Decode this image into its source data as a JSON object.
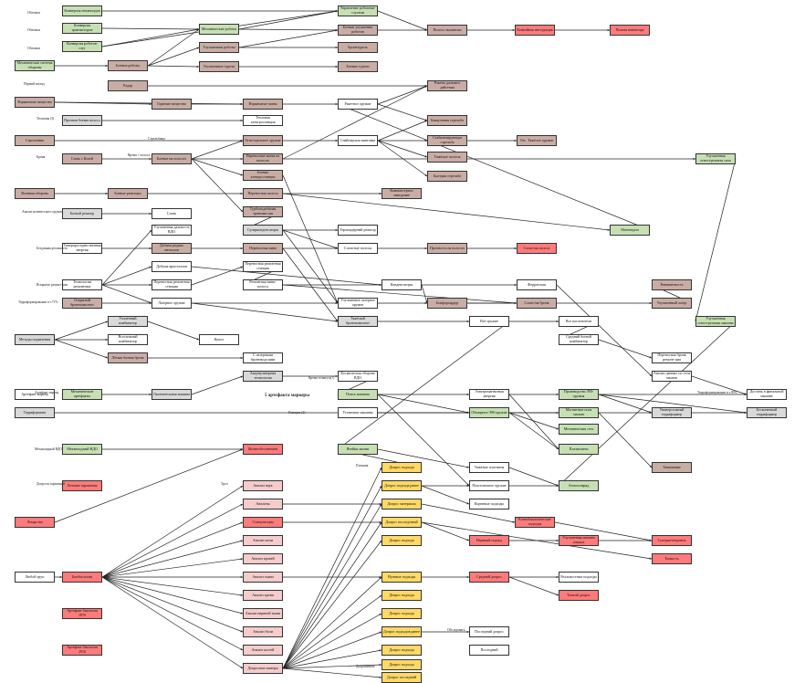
{
  "colors": {
    "green": "#c6e0b4",
    "brown": "#c9ada5",
    "gray": "#d9d9d9",
    "white": "#ffffff",
    "pink": "#f4cccc",
    "red": "#ff7b7b",
    "yellow": "#ffd966",
    "edge": "#222222"
  },
  "nodes": [
    {
      "id": "n1",
      "text": "Конверсия механоидов",
      "c": "green"
    },
    {
      "id": "n2",
      "text": "Конверсия транзисторов",
      "c": "green"
    },
    {
      "id": "n3",
      "text": "Конверсия роботов-слуг",
      "c": "green"
    },
    {
      "id": "n4",
      "text": "Механическая система обороны",
      "c": "green"
    },
    {
      "id": "n5",
      "text": "Боевые роботы",
      "c": "brown"
    },
    {
      "id": "n6",
      "text": "Механические роботы",
      "c": "green"
    },
    {
      "id": "n7",
      "text": "Улучшенные роботы",
      "c": "brown"
    },
    {
      "id": "n8",
      "text": "Улучшенные турели",
      "c": "brown"
    },
    {
      "id": "n9",
      "text": "Управление роботами-слугами",
      "c": "green"
    },
    {
      "id": "n10",
      "text": "Боевые улучшения роботов",
      "c": "brown"
    },
    {
      "id": "n11",
      "text": "Бронетурель",
      "c": "brown"
    },
    {
      "id": "n12",
      "text": "Боевые турели",
      "c": "brown"
    },
    {
      "id": "n13",
      "text": "Полоса экспансии",
      "c": "brown"
    },
    {
      "id": "n14",
      "text": "Конвойная инструкция",
      "c": "red"
    },
    {
      "id": "n15",
      "text": "Полная инвентарь",
      "c": "red"
    },
    {
      "id": "n16",
      "text": "Радар",
      "c": "brown"
    },
    {
      "id": "n17",
      "text": "Ракеты дальнего действия",
      "c": "brown"
    },
    {
      "id": "n18",
      "text": "Взрывчатые вещества",
      "c": "brown"
    },
    {
      "id": "n19",
      "text": "Горючие вещества",
      "c": "brown"
    },
    {
      "id": "n20",
      "text": "Взрывчатые мины",
      "c": "brown"
    },
    {
      "id": "n21",
      "text": "Ракетное оружие",
      "c": "white"
    },
    {
      "id": "n22",
      "text": "Прочная боевая полоса",
      "c": "gray"
    },
    {
      "id": "n23",
      "text": "Тепловая электростанция",
      "c": "white"
    },
    {
      "id": "n24",
      "text": "Бикаучания стрельба",
      "c": "brown"
    },
    {
      "id": "n25",
      "text": "Стрелочник",
      "c": "brown"
    },
    {
      "id": "n26",
      "text": "Огнестрельное оружие",
      "c": "brown"
    },
    {
      "id": "n27",
      "text": "Снайперская винтовка",
      "c": "white"
    },
    {
      "id": "n28",
      "text": "Стабилизирующая стрельба",
      "c": "brown"
    },
    {
      "id": "n29",
      "text": "Отс. Тяжёлое оружие",
      "c": "brown"
    },
    {
      "id": "n30",
      "text": "Слизь с Кочей",
      "c": "brown"
    },
    {
      "id": "n31",
      "text": "Боевые на полосах",
      "c": "brown"
    },
    {
      "id": "n32",
      "text": "Переносные мины на полосах",
      "c": "brown"
    },
    {
      "id": "n33",
      "text": "Тяжёлые полосы",
      "c": "brown"
    },
    {
      "id": "n34",
      "text": "Быстрая стрельба",
      "c": "brown"
    },
    {
      "id": "n35",
      "text": "Улучшенная огнестрельная сила",
      "c": "green"
    },
    {
      "id": "n36",
      "text": "Боевые электростанции",
      "c": "brown"
    },
    {
      "id": "n37",
      "text": "Военная оборона",
      "c": "brown"
    },
    {
      "id": "n38",
      "text": "Боевые реакторы",
      "c": "brown"
    },
    {
      "id": "n39",
      "text": "Переносная полоса",
      "c": "brown"
    },
    {
      "id": "n40",
      "text": "Компьютерное наведение",
      "c": "brown"
    },
    {
      "id": "n41",
      "text": "Боевой реактор",
      "c": "gray"
    },
    {
      "id": "n42",
      "text": "Слизь",
      "c": "white"
    },
    {
      "id": "n43",
      "text": "Турбоподъёмная трансмиссия",
      "c": "brown"
    },
    {
      "id": "n44",
      "text": "Магнитрон",
      "c": "green"
    },
    {
      "id": "n45",
      "text": "Гиперпространственная энергия",
      "c": "white"
    },
    {
      "id": "n46",
      "text": "Улучшенная дальность ВДО",
      "c": "white"
    },
    {
      "id": "n47",
      "text": "Суперконденсаторы",
      "c": "gray"
    },
    {
      "id": "n48",
      "text": "Термоядерный реактор",
      "c": "white"
    },
    {
      "id": "n49",
      "text": "Добыча редких металлов",
      "c": "brown"
    },
    {
      "id": "n50",
      "text": "Переносная мина",
      "c": "brown"
    },
    {
      "id": "n51",
      "text": "Слоистые полосы",
      "c": "white"
    },
    {
      "id": "n52",
      "text": "Прочность на полосах",
      "c": "brown"
    },
    {
      "id": "n53",
      "text": "Слоистая полоса",
      "c": "red"
    },
    {
      "id": "n54",
      "text": "Добыча кристаллов",
      "c": "white"
    },
    {
      "id": "n55",
      "text": "Технологии ремонтных",
      "c": "white"
    },
    {
      "id": "n56",
      "text": "Переносная ремонтная станция",
      "c": "white"
    },
    {
      "id": "n57",
      "text": "Переносная ремонтная станция",
      "c": "white"
    },
    {
      "id": "n58",
      "text": "Ремонтная мини-полоса",
      "c": "white"
    },
    {
      "id": "n59",
      "text": "Конденсаторы",
      "c": "white"
    },
    {
      "id": "n60",
      "text": "Ферратская",
      "c": "white"
    },
    {
      "id": "n61",
      "text": "Открытый бронекомплект",
      "c": "brown"
    },
    {
      "id": "n62",
      "text": "Лазерное оружие",
      "c": "white"
    },
    {
      "id": "n63",
      "text": "Улучшенное лазерное оружие",
      "c": "white"
    },
    {
      "id": "n64",
      "text": "Бонфорхардер",
      "c": "brown"
    },
    {
      "id": "n65",
      "text": "Улучшенный лазер",
      "c": "brown"
    },
    {
      "id": "n66",
      "text": "Слоистая броня",
      "c": "brown"
    },
    {
      "id": "n67",
      "text": "Тяжёлый бронекомплект",
      "c": "gray"
    },
    {
      "id": "n68",
      "text": "Методы подавления",
      "c": "gray"
    },
    {
      "id": "n69",
      "text": "Усиленный комбинатор",
      "c": "gray"
    },
    {
      "id": "n70",
      "text": "Всесильный комбинатор",
      "c": "white"
    },
    {
      "id": "n71",
      "text": "Лёгкая боевая броня",
      "c": "brown"
    },
    {
      "id": "n72",
      "text": "Купол",
      "c": "white"
    },
    {
      "id": "n73",
      "text": "С лазерными бронемодулями",
      "c": "white"
    },
    {
      "id": "n74",
      "text": "Всё оружие",
      "c": "white"
    },
    {
      "id": "n75",
      "text": "Все поглотители",
      "c": "white"
    },
    {
      "id": "n76",
      "text": "Средний боевой комбинатор",
      "c": "white"
    },
    {
      "id": "n77",
      "text": "Переносная броня ремонт-ция",
      "c": "white"
    },
    {
      "id": "n78",
      "text": "Артефакт маркер",
      "c": "white"
    },
    {
      "id": "n79",
      "text": "Механические артефакты",
      "c": "green"
    },
    {
      "id": "n80",
      "text": "Окончательная машина",
      "c": "gray"
    },
    {
      "id": "n81",
      "text": "Аккумуляторная технология",
      "c": "gray"
    },
    {
      "id": "n82",
      "text": "Космическая оборона ВДО",
      "c": "white"
    },
    {
      "id": "n83",
      "text": "Анализ данных по сети машин",
      "c": "white"
    },
    {
      "id": "n84",
      "text": "Достичь в финальной машине",
      "c": "white"
    },
    {
      "id": "n85",
      "text": "Терраформинг",
      "c": "gray"
    },
    {
      "id": "n86",
      "text": "Поиск машины",
      "c": "green"
    },
    {
      "id": "n87",
      "text": "Электромагнитная энергия",
      "c": "white"
    },
    {
      "id": "n88",
      "text": "Производство ЭМ-оружия",
      "c": "green"
    },
    {
      "id": "n89",
      "text": "Универсальный терраформер",
      "c": "gray"
    },
    {
      "id": "n90",
      "text": "Бесконечный терраформер",
      "c": "gray"
    },
    {
      "id": "n91",
      "text": "Установки машины",
      "c": "white"
    },
    {
      "id": "n92",
      "text": "Обширное ЭМ-оружие",
      "c": "green"
    },
    {
      "id": "n93",
      "text": "Магнитные поля машин",
      "c": "green"
    },
    {
      "id": "n94",
      "text": "Механическая сеть",
      "c": "green"
    },
    {
      "id": "n95",
      "text": "Механоидный ВДО",
      "c": "green"
    },
    {
      "id": "n96",
      "text": "Жизнеобеспечение",
      "c": "red"
    },
    {
      "id": "n97",
      "text": "Ячейки жизни",
      "c": "green"
    },
    {
      "id": "n98",
      "text": "Плазмомечи",
      "c": "green"
    },
    {
      "id": "n99",
      "text": "Танкование",
      "c": "brown"
    },
    {
      "id": "n100",
      "text": "Лечение заражения",
      "c": "red"
    },
    {
      "id": "n101",
      "text": "Тяжёлые пластины",
      "c": "white"
    },
    {
      "id": "n102",
      "text": "Пластинчатое оружие",
      "c": "white"
    },
    {
      "id": "n103",
      "text": "Атомоснаряд",
      "c": "green"
    },
    {
      "id": "n104",
      "text": "Лекарства",
      "c": "red"
    },
    {
      "id": "n105",
      "text": "Анализ наук",
      "c": "pink"
    },
    {
      "id": "n106",
      "text": "Анализы",
      "c": "pink"
    },
    {
      "id": "n107",
      "text": "Стимуляторы",
      "c": "red"
    },
    {
      "id": "n108",
      "text": "Анализ мочи",
      "c": "pink"
    },
    {
      "id": "n109",
      "text": "Анализ кровей",
      "c": "pink"
    },
    {
      "id": "n110",
      "text": "Анализ ткани",
      "c": "pink"
    },
    {
      "id": "n111",
      "text": "Анализ крови",
      "c": "pink"
    },
    {
      "id": "n112",
      "text": "Анализ нервной ткани",
      "c": "pink"
    },
    {
      "id": "n113",
      "text": "Анализ боли",
      "c": "pink"
    },
    {
      "id": "n114",
      "text": "Анализ костей",
      "c": "pink"
    },
    {
      "id": "n115",
      "text": "Биобиология",
      "c": "red"
    },
    {
      "id": "n116",
      "text": "Любой труп",
      "c": "white"
    },
    {
      "id": "n117",
      "text": "Артефакт биологии 1870",
      "c": "red"
    },
    {
      "id": "n118",
      "text": "Артефакт биологии 2916",
      "c": "red"
    },
    {
      "id": "n119",
      "text": "Допросные камеры",
      "c": "pink"
    },
    {
      "id": "n120",
      "text": "Допрос подхода",
      "c": "yellow"
    },
    {
      "id": "n121",
      "text": "Допрос подхода ранее",
      "c": "yellow"
    },
    {
      "id": "n122",
      "text": "Допрос материала",
      "c": "yellow"
    },
    {
      "id": "n123",
      "text": "Корневые подходы",
      "c": "white"
    },
    {
      "id": "n124",
      "text": "Допрос последствий",
      "c": "yellow"
    },
    {
      "id": "n125",
      "text": "Допрос подхода",
      "c": "yellow"
    },
    {
      "id": "n126",
      "text": "Нервный подход",
      "c": "red"
    },
    {
      "id": "n127",
      "text": "Улучшенная машина спящих",
      "c": "red"
    },
    {
      "id": "n128",
      "text": "Суперинтенданты",
      "c": "red"
    },
    {
      "id": "n129",
      "text": "Тонкость",
      "c": "red"
    },
    {
      "id": "n130",
      "text": "Нулевые подходы",
      "c": "yellow"
    },
    {
      "id": "n131",
      "text": "Средний допрос",
      "c": "red"
    },
    {
      "id": "n132",
      "text": "Реальностные подходы",
      "c": "white"
    },
    {
      "id": "n133",
      "text": "Допрос подхода",
      "c": "yellow"
    },
    {
      "id": "n134",
      "text": "Тонкий допрос",
      "c": "red"
    },
    {
      "id": "n135",
      "text": "Допрос подхода",
      "c": "yellow"
    },
    {
      "id": "n136",
      "text": "Допрос подходов ранее",
      "c": "yellow"
    },
    {
      "id": "n137",
      "text": "Последний допрос",
      "c": "white"
    },
    {
      "id": "n138",
      "text": "Допрос подхода",
      "c": "yellow"
    },
    {
      "id": "n139",
      "text": "Допрос подхода",
      "c": "yellow"
    },
    {
      "id": "n140",
      "text": "Допрос последний",
      "c": "yellow"
    },
    {
      "id": "n141",
      "text": "Допрос последний",
      "c": "yellow"
    },
    {
      "id": "n142",
      "text": "Последний",
      "c": "white"
    },
    {
      "id": "n143",
      "text": "Ревенантность",
      "c": "brown"
    },
    {
      "id": "n144",
      "text": "Улучшенная огнестрельная машина",
      "c": "green"
    },
    {
      "id": "n145",
      "text": "Ксенобиологические подходы",
      "c": "red"
    }
  ],
  "side_labels": [
    {
      "id": "s1",
      "text": "Обломки"
    },
    {
      "id": "s2",
      "text": "Обломки"
    },
    {
      "id": "s3",
      "text": "Обломки"
    },
    {
      "id": "s4",
      "text": "Первый взгляд"
    },
    {
      "id": "s5",
      "text": "Тепловая (3)"
    },
    {
      "id": "s6",
      "text": "Броня"
    },
    {
      "id": "s7",
      "text": "Анализ неизвестного оружия"
    },
    {
      "id": "s8",
      "text": "Бездонная реальность"
    },
    {
      "id": "s9",
      "text": "Вскрытие ремонт-ции"
    },
    {
      "id": "s10",
      "text": "Терраформирование в т.71%"
    },
    {
      "id": "s11",
      "text": "Артефакт маркер"
    },
    {
      "id": "s12",
      "text": "Механоидный ВДО"
    },
    {
      "id": "s13",
      "text": "Допросы заражений"
    },
    {
      "id": "s14",
      "text": "Труп"
    },
    {
      "id": "s15",
      "text": "Пленник"
    },
    {
      "id": "s16",
      "text": "Допрашивать"
    },
    {
      "id": "s17",
      "text": "Обследовать"
    },
    {
      "id": "s18",
      "text": "Разведка (2)"
    },
    {
      "id": "s19",
      "text": "5 артефакта маркеры"
    },
    {
      "id": "s20",
      "text": "Время + полоса"
    },
    {
      "id": "s21",
      "text": "Стрельбища"
    },
    {
      "id": "s22",
      "text": "Терраформирование в т.99%"
    },
    {
      "id": "s23",
      "text": "Время толкнуть(?)"
    }
  ]
}
